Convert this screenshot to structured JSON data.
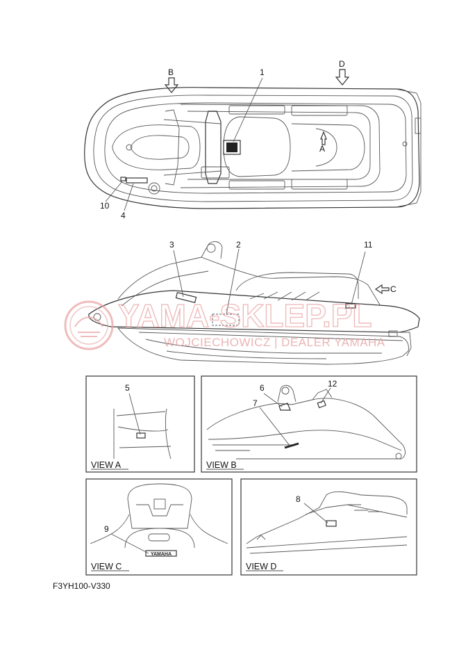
{
  "callouts": {
    "c1": "1",
    "c2": "2",
    "c3": "3",
    "c4": "4",
    "c5": "5",
    "c6": "6",
    "c7": "7",
    "c8": "8",
    "c9": "9",
    "c10": "10",
    "c11": "11",
    "c12": "12"
  },
  "arrows": {
    "a": "A",
    "b": "B",
    "c": "C",
    "d": "D"
  },
  "views": {
    "view_a": "VIEW A",
    "view_b": "VIEW B",
    "view_c": "VIEW C",
    "view_d": "VIEW D"
  },
  "badge_text": "YAMAHA",
  "watermark": {
    "main": "YAMA-SKLEP.PL",
    "sub": "WOJCIECHOWICZ | DEALER YAMAHA"
  },
  "diagram_code": "F3YH100-V330"
}
